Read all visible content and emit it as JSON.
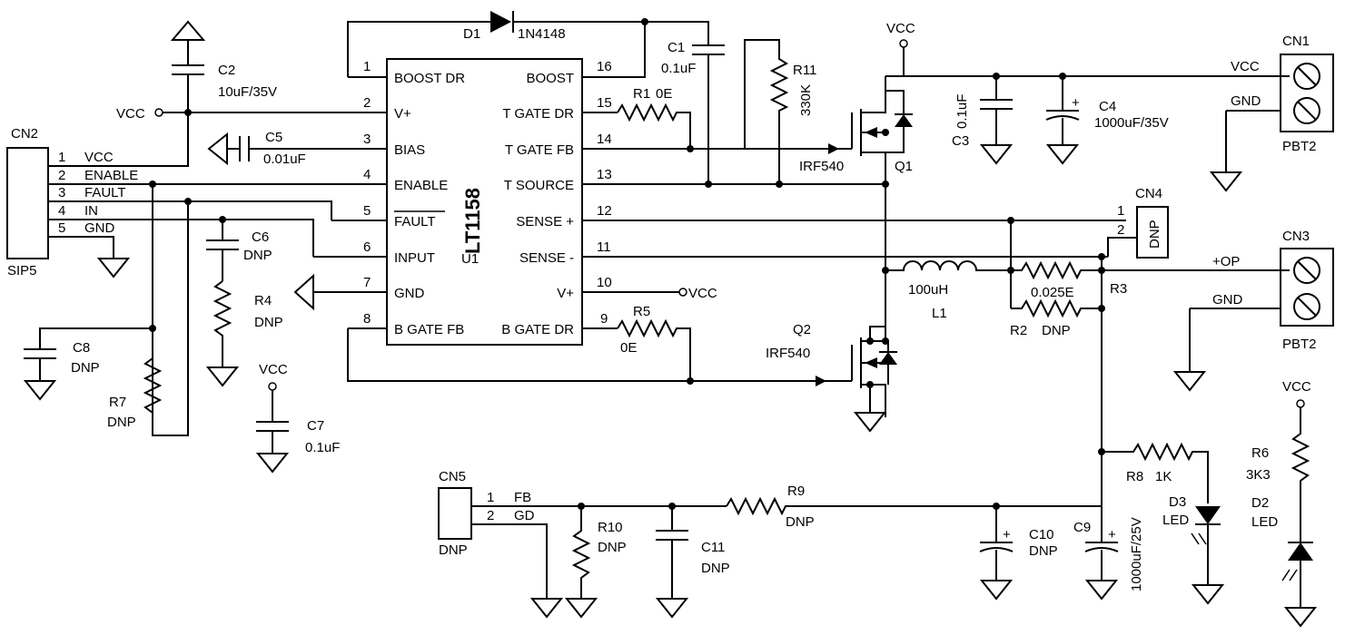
{
  "ic": {
    "ref": "U1",
    "part": "LT1158",
    "left_pins": [
      {
        "num": "1",
        "name": "BOOST DR"
      },
      {
        "num": "2",
        "name": "V+"
      },
      {
        "num": "3",
        "name": "BIAS"
      },
      {
        "num": "4",
        "name": "ENABLE"
      },
      {
        "num": "5",
        "name": "FAULT"
      },
      {
        "num": "6",
        "name": "INPUT"
      },
      {
        "num": "7",
        "name": "GND"
      },
      {
        "num": "8",
        "name": "B GATE FB"
      }
    ],
    "right_pins": [
      {
        "num": "16",
        "name": "BOOST"
      },
      {
        "num": "15",
        "name": "T GATE DR"
      },
      {
        "num": "14",
        "name": "T GATE FB"
      },
      {
        "num": "13",
        "name": "T SOURCE"
      },
      {
        "num": "12",
        "name": "SENSE +"
      },
      {
        "num": "11",
        "name": "SENSE -"
      },
      {
        "num": "10",
        "name": "V+"
      },
      {
        "num": "9",
        "name": "B GATE DR"
      }
    ]
  },
  "cn2": {
    "ref": "CN2",
    "type": "SIP5",
    "pins": [
      {
        "num": "1",
        "net": "VCC"
      },
      {
        "num": "2",
        "net": "ENABLE"
      },
      {
        "num": "3",
        "net": "FAULT"
      },
      {
        "num": "4",
        "net": "IN"
      },
      {
        "num": "5",
        "net": "GND"
      }
    ]
  },
  "cn1": {
    "ref": "CN1",
    "type": "PBT2",
    "net1": "VCC",
    "net2": "GND"
  },
  "cn3": {
    "ref": "CN3",
    "type": "PBT2",
    "net1": "+OP",
    "net2": "GND"
  },
  "cn4": {
    "ref": "CN4",
    "value": "DNP",
    "pin1": "1",
    "pin2": "2"
  },
  "cn5": {
    "ref": "CN5",
    "value": "DNP",
    "pin1": "1",
    "pin2": "2",
    "net1": "FB",
    "net2": "GD"
  },
  "vcc_label": "VCC",
  "parts": {
    "d1": {
      "ref": "D1",
      "value": "1N4148"
    },
    "c1": {
      "ref": "C1",
      "value": "0.1uF"
    },
    "c2": {
      "ref": "C2",
      "value": "10uF/35V"
    },
    "c3": {
      "ref": "C3",
      "value": "0.1uF"
    },
    "c4": {
      "ref": "C4",
      "value": "1000uF/35V"
    },
    "c5": {
      "ref": "C5",
      "value": "0.01uF"
    },
    "c6": {
      "ref": "C6",
      "value": "DNP"
    },
    "c7": {
      "ref": "C7",
      "value": "0.1uF"
    },
    "c8": {
      "ref": "C8",
      "value": "DNP"
    },
    "c9": {
      "ref": "C9",
      "value": "1000uF/25V"
    },
    "c10": {
      "ref": "C10",
      "value": "DNP"
    },
    "c11": {
      "ref": "C11",
      "value": "DNP"
    },
    "r1": {
      "ref": "R1",
      "value": "0E"
    },
    "r2": {
      "ref": "R2",
      "value": "DNP"
    },
    "r3": {
      "ref": "R3",
      "value": "0.025E"
    },
    "r4": {
      "ref": "R4",
      "value": "DNP"
    },
    "r5": {
      "ref": "R5",
      "value": "0E"
    },
    "r6": {
      "ref": "R6",
      "value": "3K3"
    },
    "r7": {
      "ref": "R7",
      "value": "DNP"
    },
    "r8": {
      "ref": "R8",
      "value": "1K"
    },
    "r9": {
      "ref": "R9",
      "value": "DNP"
    },
    "r10": {
      "ref": "R10",
      "value": "DNP"
    },
    "r11": {
      "ref": "R11",
      "value": "330K"
    },
    "q1": {
      "ref": "Q1",
      "value": "IRF540"
    },
    "q2": {
      "ref": "Q2",
      "value": "IRF540"
    },
    "l1": {
      "ref": "L1",
      "value": "100uH"
    },
    "d2": {
      "ref": "D2",
      "value": "LED"
    },
    "d3": {
      "ref": "D3",
      "value": "LED"
    }
  }
}
